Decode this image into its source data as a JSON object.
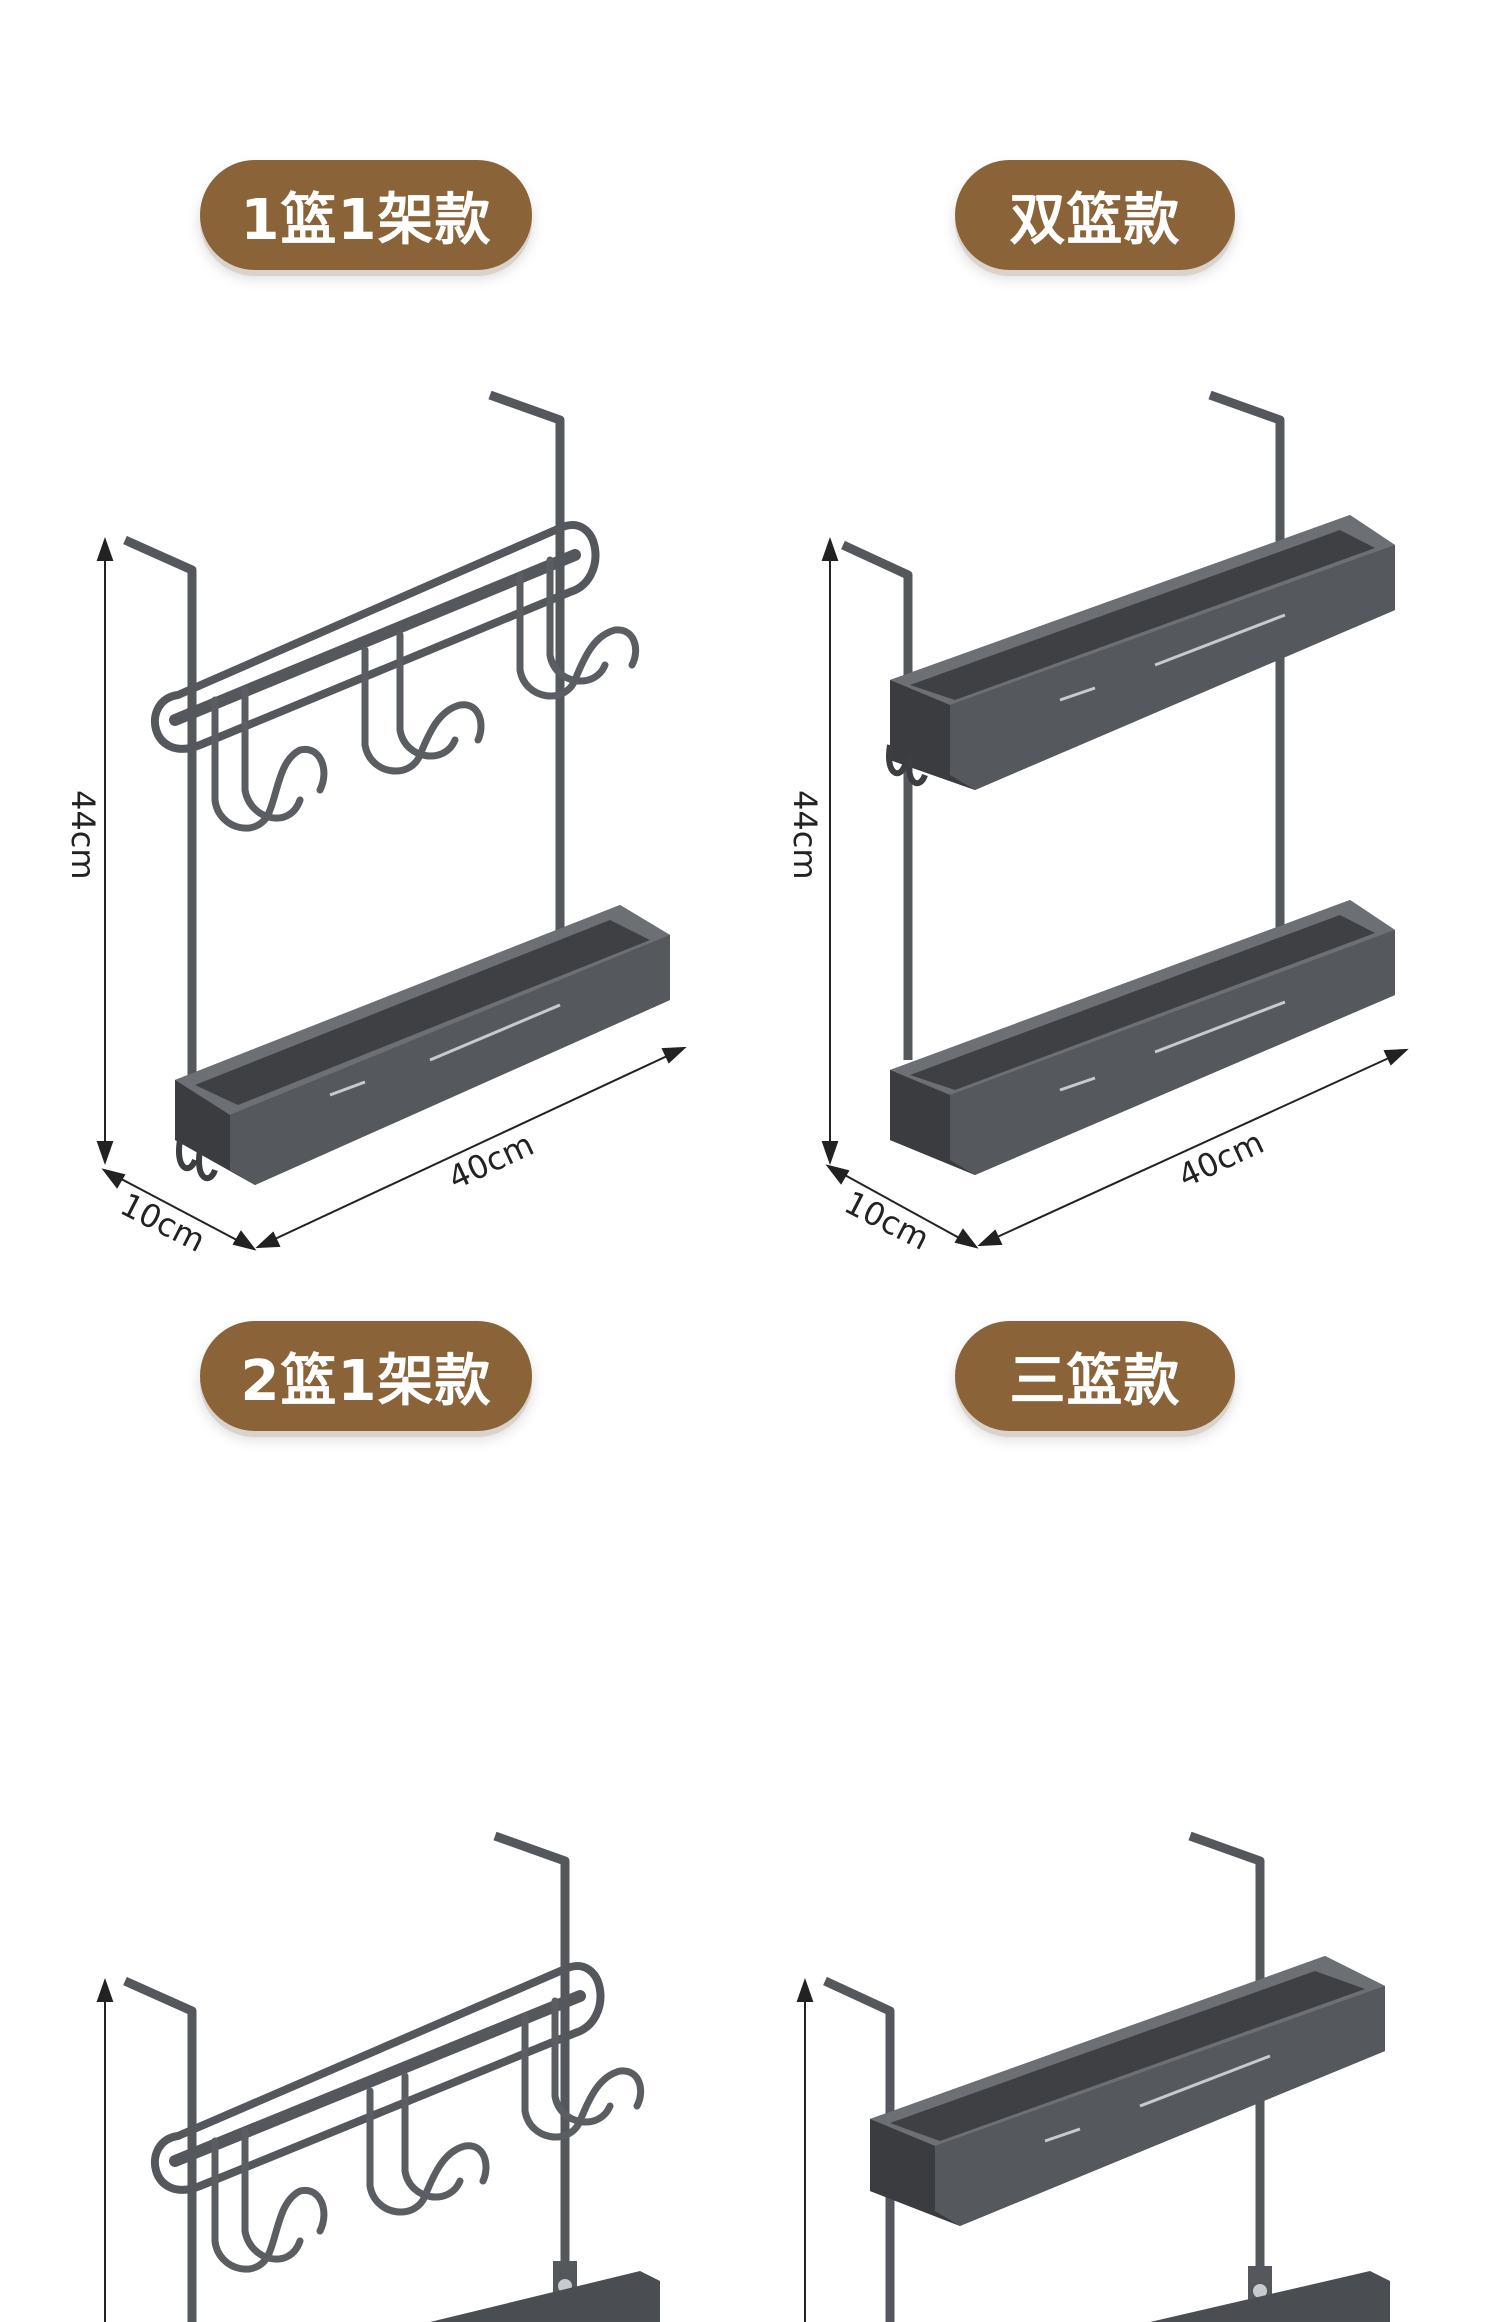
{
  "variants": [
    {
      "label": "1篮1架款",
      "height": "44cm",
      "width": "40cm",
      "depth": "10cm"
    },
    {
      "label": "双篮款",
      "height": "44cm",
      "width": "40cm",
      "depth": "10cm"
    },
    {
      "label": "2篮1架款"
    },
    {
      "label": "三篮款"
    }
  ],
  "colors": {
    "pill": "#8a6438",
    "metal": "#54575c",
    "metal_dark": "#3c3e42",
    "metal_light": "#8a8d92"
  }
}
